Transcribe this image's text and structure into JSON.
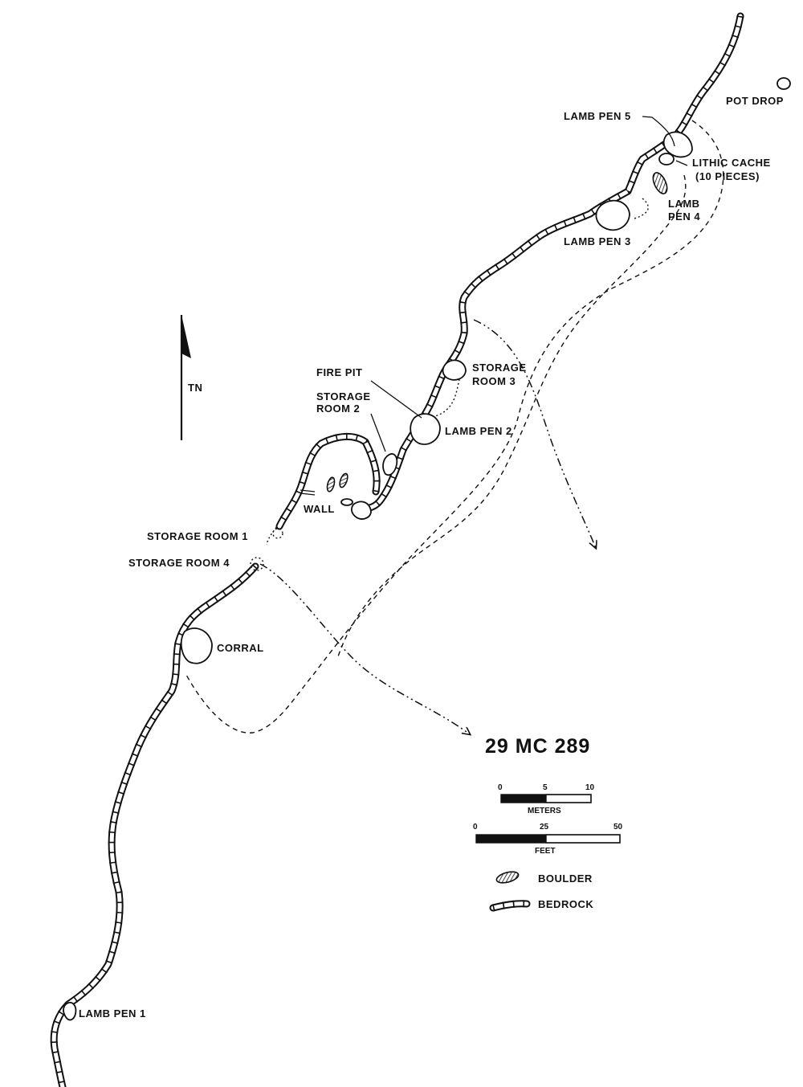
{
  "site": {
    "id": "29 MC 289"
  },
  "north_arrow": {
    "label": "TN"
  },
  "features": {
    "pot_drop": "POT DROP",
    "lamb_pen_5": "LAMB PEN 5",
    "lithic_cache_line1": "LITHIC CACHE",
    "lithic_cache_line2": "(10 PIECES)",
    "lamb_pen_4_line1": "LAMB",
    "lamb_pen_4_line2": "PEN 4",
    "lamb_pen_3": "LAMB PEN 3",
    "storage_room_3_line1": "STORAGE",
    "storage_room_3_line2": "ROOM 3",
    "fire_pit": "FIRE PIT",
    "storage_room_2_line1": "STORAGE",
    "storage_room_2_line2": "ROOM 2",
    "lamb_pen_2": "LAMB PEN 2",
    "wall": "WALL",
    "storage_room_1": "STORAGE ROOM 1",
    "storage_room_4": "STORAGE ROOM 4",
    "corral": "CORRAL",
    "lamb_pen_1": "LAMB PEN 1"
  },
  "scale_meters": {
    "ticks": [
      "0",
      "5",
      "10"
    ],
    "unit": "METERS"
  },
  "scale_feet": {
    "ticks": [
      "0",
      "25",
      "50"
    ],
    "unit": "FEET"
  },
  "legend": {
    "boulder": "BOULDER",
    "bedrock": "BEDROCK"
  },
  "colors": {
    "ink": "#111111",
    "paper": "#ffffff"
  }
}
